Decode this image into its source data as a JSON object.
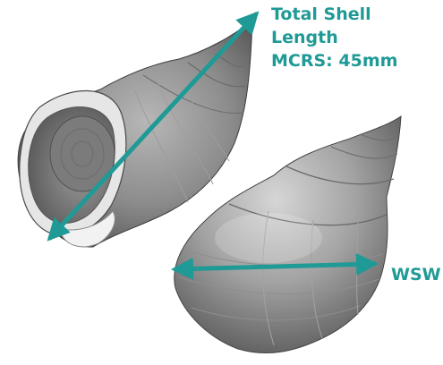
{
  "colors": {
    "accent": "#1f9a96",
    "shell_dark": "#4d4d4d",
    "shell_mid": "#8a8a8a",
    "shell_light": "#cfcfcf",
    "background": "#ffffff"
  },
  "labels": {
    "length_line1": "Total Shell",
    "length_line2": "Length",
    "length_line3": "MCRS: 45mm",
    "width": "WSW"
  },
  "images": {
    "left_shell": "snail-shell-aperture-view",
    "right_shell": "snail-shell-dorsal-view"
  },
  "arrows": {
    "length": "total-shell-length-arrow",
    "width": "shell-width-arrow"
  }
}
